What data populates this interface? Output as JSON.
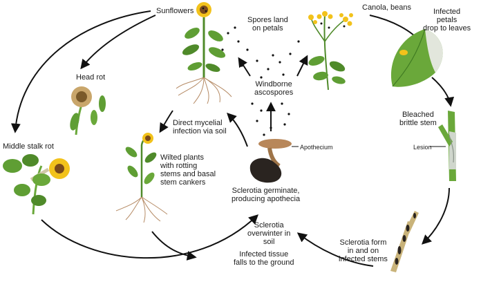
{
  "labels": {
    "sunflowers": "Sunflowers",
    "spores_land": [
      "Spores land",
      "on petals"
    ],
    "canola": "Canola, beans",
    "infected_petals": [
      "Infected",
      "petals",
      "drop to leaves"
    ],
    "head_rot": "Head rot",
    "windborne": [
      "Windborne",
      "ascospores"
    ],
    "direct_infection": [
      "Direct mycelial",
      "infection via soil"
    ],
    "bleached": [
      "Bleached",
      "brittle stem"
    ],
    "middle_stalk": "Middle stalk rot",
    "wilted": [
      "Wilted plants",
      "with rotting",
      "stems and basal",
      "stem cankers"
    ],
    "apothecium": "Apothecium",
    "lesion": "Lesion",
    "germinate": [
      "Sclerotia germinate,",
      "producing apothecia"
    ],
    "overwinter": [
      "Sclerotia",
      "overwinter in",
      "soil"
    ],
    "sclerotia_form": [
      "Sclerotia form",
      "in and on",
      "infected stems"
    ],
    "falls": [
      "Infected tissue",
      "falls to the ground"
    ]
  },
  "colors": {
    "leaf": "#5f9e34",
    "leaf_dark": "#3f7a22",
    "petal": "#f2c21b",
    "flower_center": "#7a4a1a",
    "root": "#b58a64",
    "arrow": "#111111",
    "sclerotium": "#2a2420",
    "apothecium": "#b8875a"
  }
}
